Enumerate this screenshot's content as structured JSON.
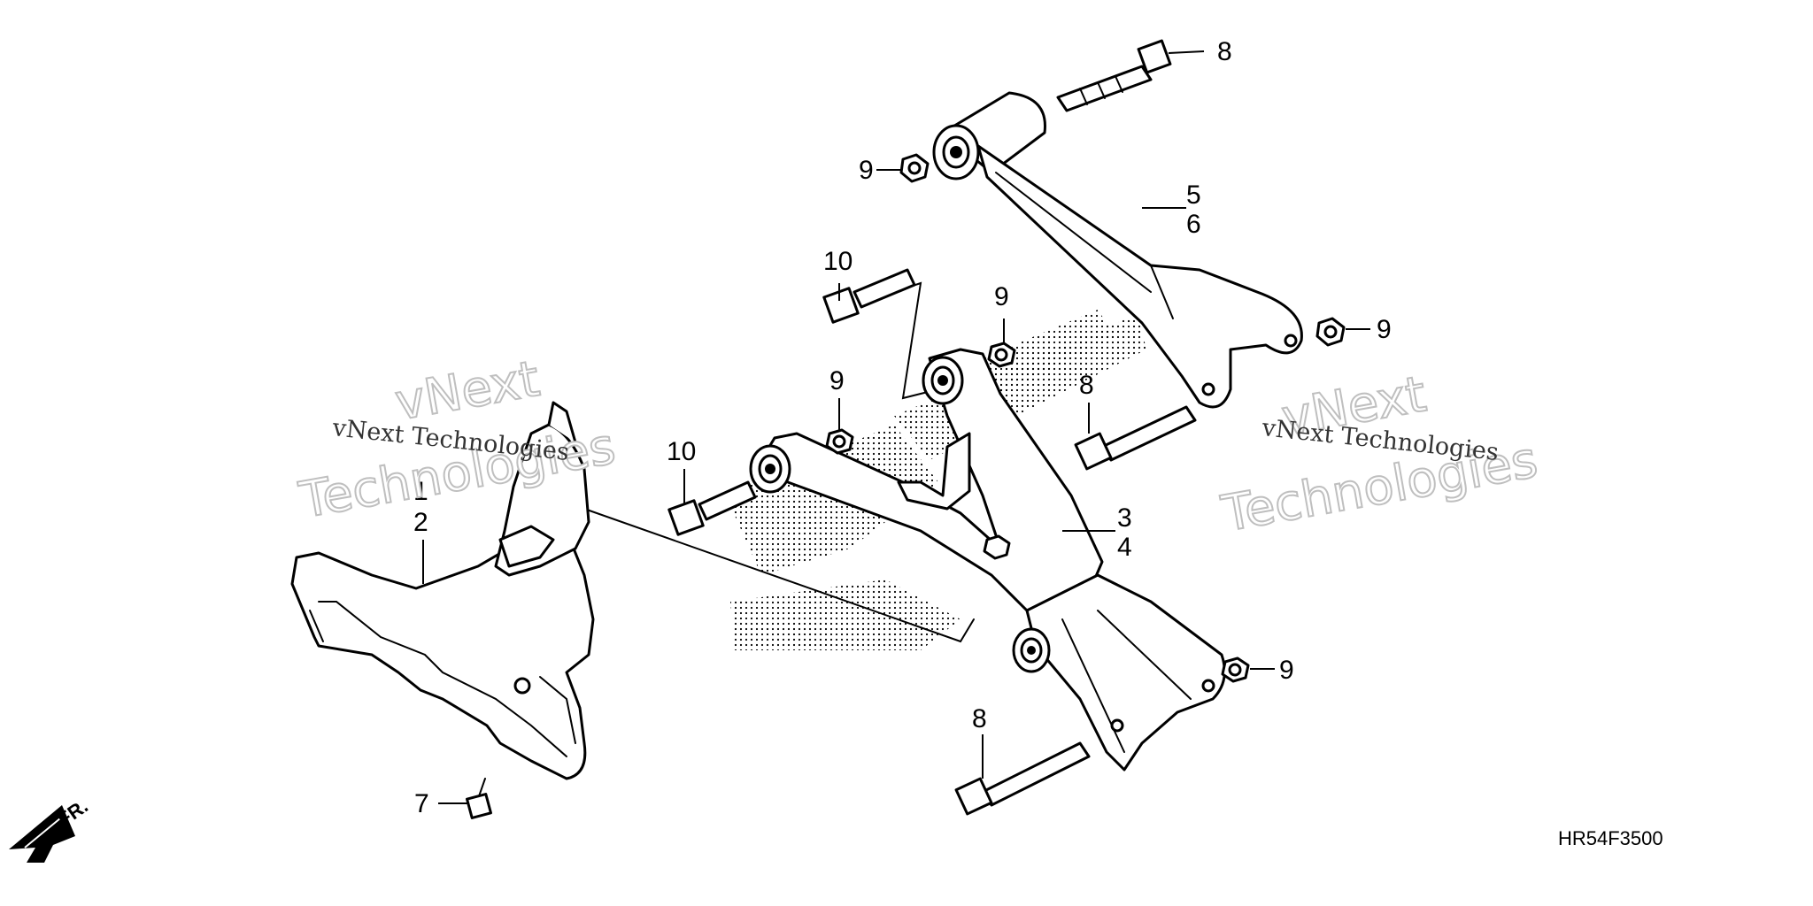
{
  "diagram": {
    "code": "HR54F3500",
    "front_label": "FR.",
    "watermark_title": "vNext",
    "watermark_subtitle": "Technologies",
    "watermark_line": "vNext Technologies",
    "callouts": {
      "c1": "1",
      "c2": "2",
      "c3": "3",
      "c4": "4",
      "c5": "5",
      "c6": "6",
      "c7": "7",
      "c8": "8",
      "c9": "9",
      "c10": "10"
    }
  },
  "colors": {
    "line": "#000000",
    "background": "#ffffff",
    "watermark": "#bfbfbf"
  }
}
